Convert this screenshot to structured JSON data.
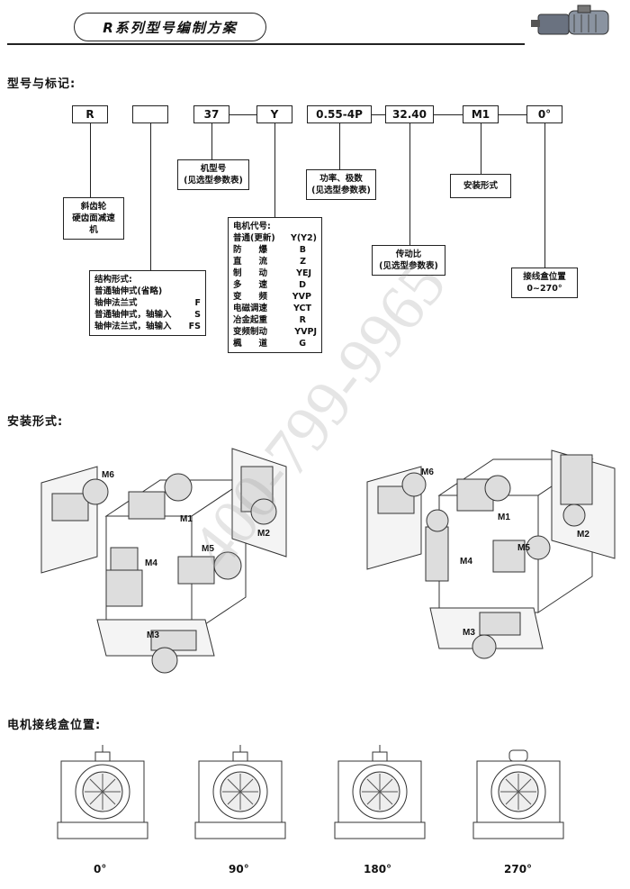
{
  "header": {
    "title": "R系列型号编制方案"
  },
  "sections": {
    "model": "型号与标记:",
    "mounting": "安装形式:",
    "terminal": "电机接线盒位置:"
  },
  "code_boxes": {
    "b1": "R",
    "b2": "",
    "b3": "37",
    "b4": "Y",
    "b5": "0.55-4P",
    "b6": "32.40",
    "b7": "M1",
    "b8": "0°"
  },
  "callouts": {
    "gear": {
      "line1": "斜齿轮",
      "line2": "硬齿面减速机"
    },
    "frame": {
      "line1": "机型号",
      "line2": "(见选型参数表)"
    },
    "power": {
      "line1": "功率、极数",
      "line2": "(见选型参数表)"
    },
    "mount": {
      "line1": "安装形式"
    },
    "ratio": {
      "line1": "传动比",
      "line2": "(见选型参数表)"
    },
    "box": {
      "line1": "接线盒位置",
      "line2": "0~270°"
    }
  },
  "structure": {
    "title": "结构形式:",
    "rows": [
      {
        "name": "普通轴伸式(省略)",
        "code": ""
      },
      {
        "name": "轴伸法兰式",
        "code": "F"
      },
      {
        "name": "普通轴伸式，轴输入",
        "code": "S"
      },
      {
        "name": "轴伸法兰式，轴输入",
        "code": "FS"
      }
    ]
  },
  "motor": {
    "title": "电机代号:",
    "rows": [
      {
        "name": "普通(更新)",
        "code": "Y(Y2)"
      },
      {
        "name": "防　　爆",
        "code": "B"
      },
      {
        "name": "直　　流",
        "code": "Z"
      },
      {
        "name": "制　　动",
        "code": "YEJ"
      },
      {
        "name": "多　　速",
        "code": "D"
      },
      {
        "name": "变　　频",
        "code": "YVP"
      },
      {
        "name": "电磁调速",
        "code": "YCT"
      },
      {
        "name": "冶金起重",
        "code": "R"
      },
      {
        "name": "变频制动",
        "code": "YVPJ"
      },
      {
        "name": "楓　　道",
        "code": "G"
      }
    ]
  },
  "mount_left": {
    "m1": "M1",
    "m2": "M2",
    "m3": "M3",
    "m4": "M4",
    "m5": "M5",
    "m6": "M6"
  },
  "mount_right": {
    "m1": "M1",
    "m2": "M2",
    "m3": "M3",
    "m4": "M4",
    "m5": "M5",
    "m6": "M6"
  },
  "positions": [
    "0°",
    "90°",
    "180°",
    "270°"
  ],
  "watermark": "400-799-9965"
}
